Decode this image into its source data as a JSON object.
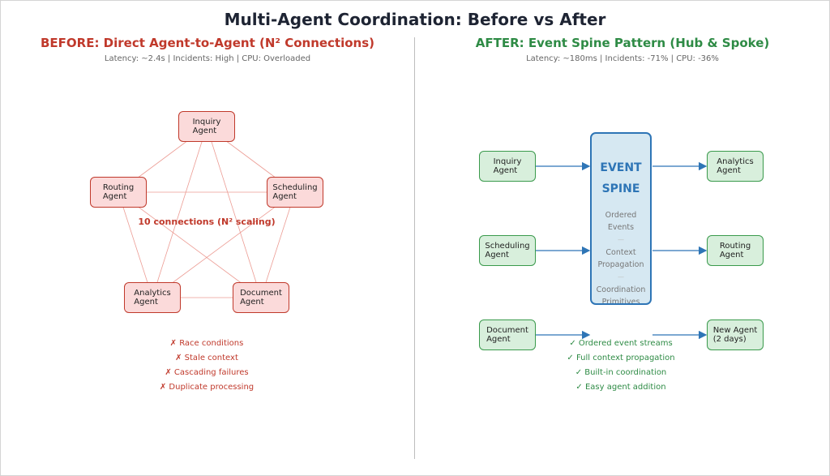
{
  "title": "Multi-Agent Coordination: Before vs After",
  "before": {
    "heading": "BEFORE: Direct Agent-to-Agent (N² Connections)",
    "metrics": "Latency: ~2.4s  |  Incidents: High  |  CPU: Overloaded",
    "agents": {
      "inquiry": "Inquiry\nAgent",
      "routing": "Routing\nAgent",
      "scheduling": "Scheduling\nAgent",
      "analytics": "Analytics\nAgent",
      "document": "Document\nAgent"
    },
    "connections_label": "10 connections (N² scaling)",
    "problems": [
      "✗ Race conditions",
      "✗ Stale context",
      "✗ Cascading failures",
      "✗ Duplicate processing"
    ]
  },
  "after": {
    "heading": "AFTER: Event Spine Pattern (Hub & Spoke)",
    "metrics": "Latency: ~180ms  |  Incidents: -71%  |  CPU: -36%",
    "spine": {
      "title_line1": "EVENT",
      "title_line2": "SPINE",
      "features": [
        "Ordered\nEvents",
        "Context\nPropagation",
        "Coordination\nPrimitives"
      ],
      "separator": "—"
    },
    "agents": {
      "inquiry": "Inquiry\nAgent",
      "scheduling": "Scheduling\nAgent",
      "document": "Document\nAgent",
      "analytics": "Analytics\nAgent",
      "routing": "Routing\nAgent",
      "new_agent": "New Agent\n(2 days)"
    },
    "benefits": [
      "✓ Ordered event streams",
      "✓ Full context propagation",
      "✓ Built-in coordination",
      "✓ Easy agent addition"
    ]
  },
  "colors": {
    "before_accent": "#c0392b",
    "after_accent": "#2e8b45",
    "spine_blue": "#2e75b6",
    "red_fill": "#fbdada",
    "green_fill": "#d8efdc"
  }
}
